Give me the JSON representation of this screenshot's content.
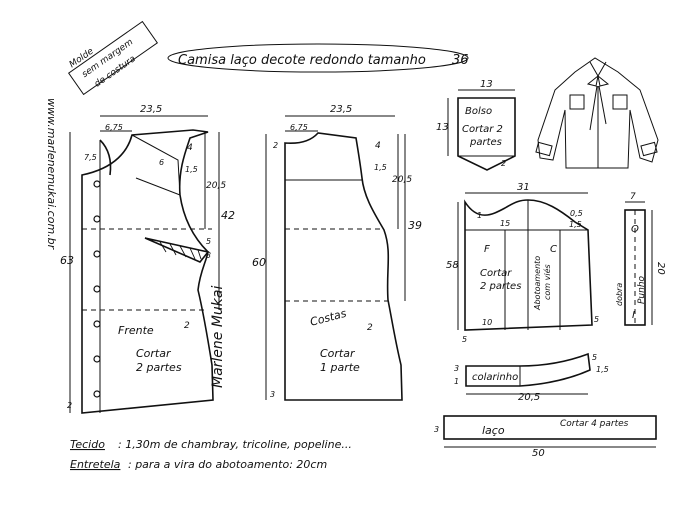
{
  "header": {
    "stamp_lines": [
      "Molde",
      "sem margem",
      "de costura"
    ],
    "title": "Camisa laço decote redondo tamanho",
    "size": "36",
    "website": "www.marlenemukai.com.br"
  },
  "front": {
    "name": "Frente",
    "cut": [
      "Cortar",
      "2 partes"
    ],
    "dims": {
      "top_width": "23,5",
      "neck": "6,75",
      "neck_drop": "7,5",
      "shoulder": "4",
      "armhole_in": "1,5",
      "shoulder_len": "6",
      "armhole_depth": "20,5",
      "side_len": "42",
      "total_len": "63",
      "bust_small_1": "5",
      "bust_small_2": "3",
      "dart_mark": "2",
      "hem": "2"
    }
  },
  "back": {
    "name": "Costas",
    "cut": [
      "Cortar",
      "1 parte"
    ],
    "dims": {
      "top_width": "23,5",
      "neck": "6,75",
      "neck_drop": "2",
      "shoulder": "4",
      "armhole_in": "1,5",
      "armhole_depth": "20,5",
      "side_len": "39",
      "total_len": "60",
      "dart_mark": "2",
      "hem": "3"
    }
  },
  "pocket": {
    "name": "Bolso",
    "cut": [
      "Cortar 2",
      "partes"
    ],
    "width": "13",
    "height": "13",
    "point": "2"
  },
  "sleeve": {
    "label_f": "F",
    "label_c": "C",
    "cut": [
      "Cortar",
      "2 partes"
    ],
    "fold_note": [
      "Abotoamento",
      "com viés"
    ],
    "width": "31",
    "cap_1": "1",
    "cap_2": "15",
    "cap_3": "0,5",
    "cap_4": "1,5",
    "length": "58",
    "slit": "10",
    "hem_1": "5",
    "hem_2": "5"
  },
  "cuff": {
    "name": "Punho",
    "fold": "dobra",
    "width": "7",
    "length": "20",
    "button": "O",
    "buttonhole": "I"
  },
  "collar": {
    "name": "colarinho",
    "width": "20,5",
    "h1": "3",
    "h2": "1",
    "h3": "1,5",
    "h4": "5"
  },
  "bow": {
    "name": "laço",
    "cut": "Cortar 4 partes",
    "height": "3",
    "length": "50"
  },
  "fabric": {
    "label": "Tecido",
    "text": ": 1,30m de chambray, tricoline, popeline...",
    "interfacing_label": "Entretela",
    "interfacing_text": ": para a vira do abotoamento: 20cm"
  },
  "signature": "Marlene Mukai"
}
